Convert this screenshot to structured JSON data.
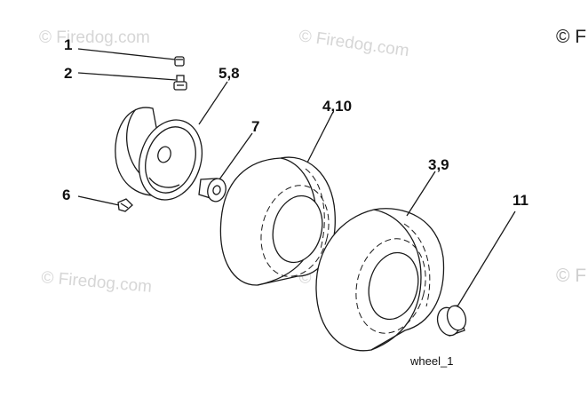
{
  "watermarks": {
    "text": "© Firedog.com",
    "edge_text": "© F"
  },
  "callouts": {
    "c1": "1",
    "c2": "2",
    "c5_8": "5,8",
    "c7": "7",
    "c4_10": "4,10",
    "c3_9": "3,9",
    "c6": "6",
    "c11": "11"
  },
  "caption": "wheel_1",
  "colors": {
    "ink": "#1a1a1a",
    "watermark": "#d6d6d6",
    "background": "#ffffff"
  }
}
